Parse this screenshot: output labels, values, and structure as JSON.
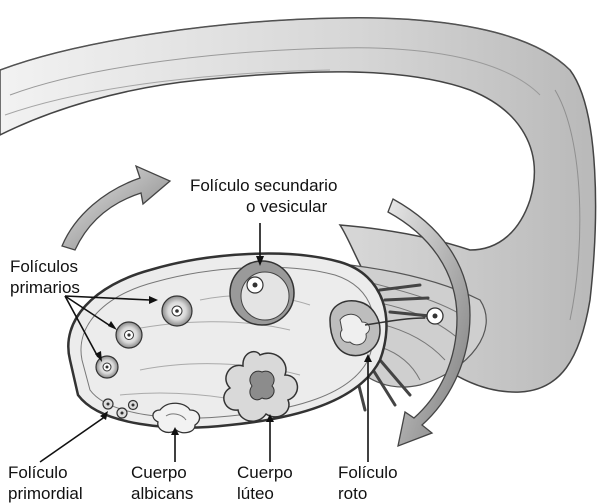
{
  "labels": {
    "secundario_l1": "Folículo secundario",
    "secundario_l2": "o vesicular",
    "primarios_l1": "Folículos",
    "primarios_l2": "primarios",
    "primordial_l1": "Folículo",
    "primordial_l2": "primordial",
    "albicans_l1": "Cuerpo",
    "albicans_l2": "albicans",
    "luteo_l1": "Cuerpo",
    "luteo_l2": "lúteo",
    "roto_l1": "Folículo",
    "roto_l2": "roto"
  }
}
